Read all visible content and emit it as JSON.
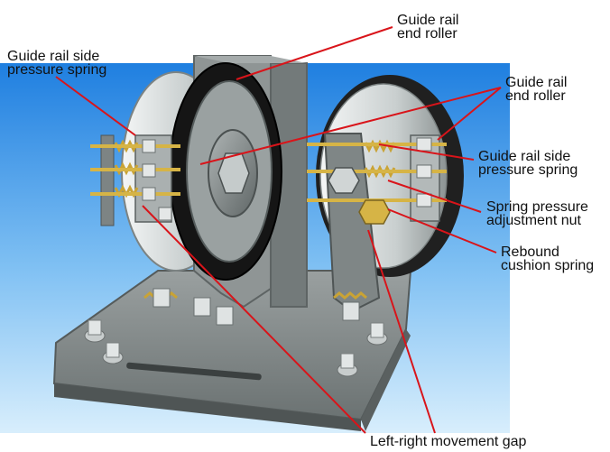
{
  "colors": {
    "background_top": "#1f7fe0",
    "background_bottom": "#cfe8fb",
    "machine_metal": "#8a9090",
    "rubber_tire": "#141414",
    "leader_line": "#d9141a",
    "label_text": "#111111"
  },
  "labels": {
    "top_roller": [
      "Guide rail",
      "end roller"
    ],
    "right_roller": [
      "Guide rail",
      "end roller"
    ],
    "left_spring": [
      "Guide rail side",
      "pressure spring"
    ],
    "right_spring": [
      "Guide rail side",
      "pressure spring"
    ],
    "adjust_nut": [
      "Spring pressure",
      "adjustment nut"
    ],
    "rebound_spring": [
      "Rebound",
      "cushion spring"
    ],
    "gap": [
      "Left-right movement gap"
    ]
  },
  "icons": {
    "machine": "roller-guide-shoe-illustration",
    "leaders": "red-leader-line"
  }
}
